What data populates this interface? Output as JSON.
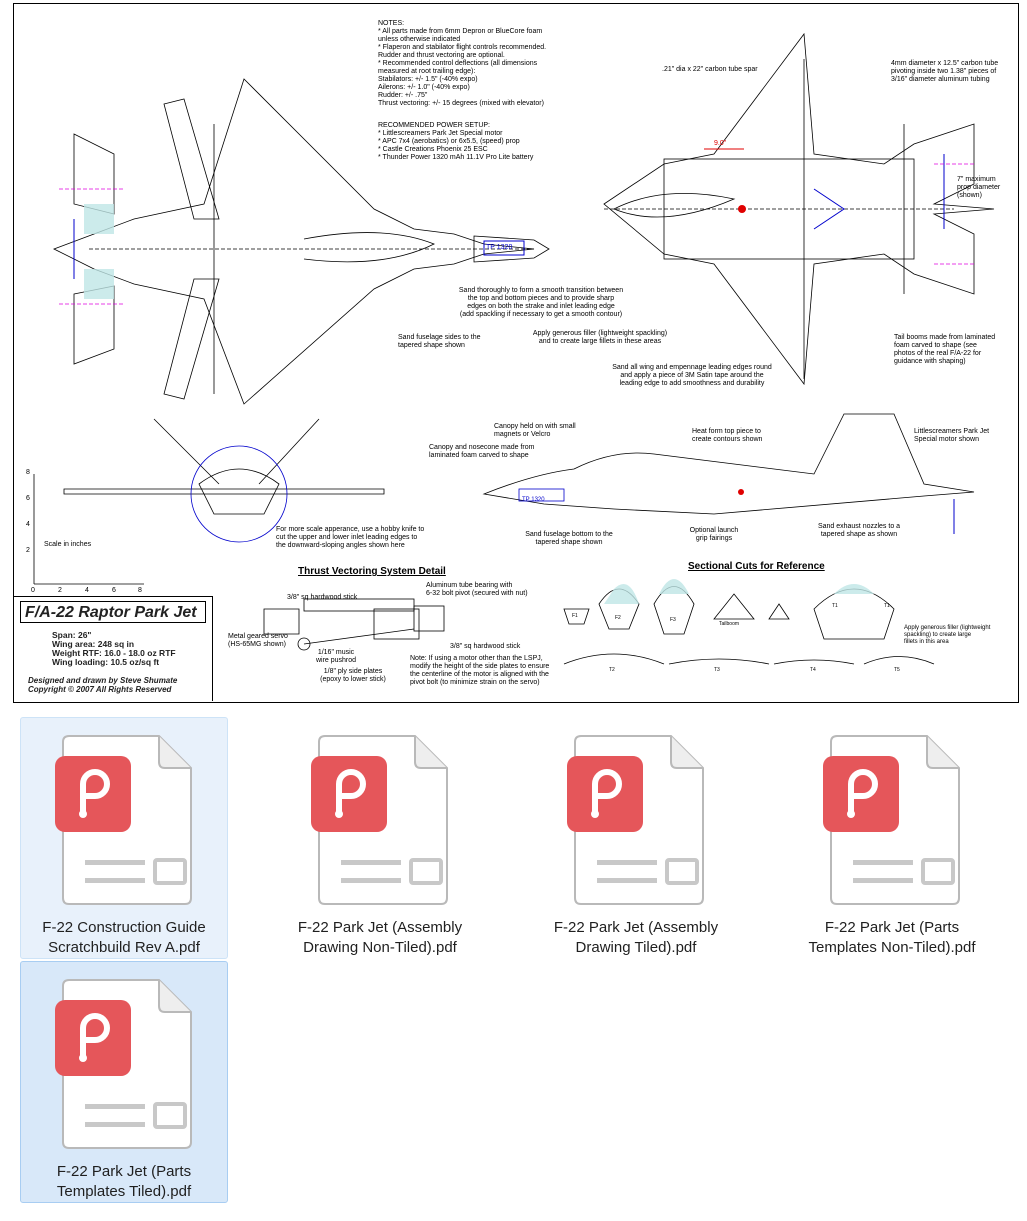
{
  "blueprint": {
    "notes_title": "NOTES:",
    "notes_body": "* All parts made from 6mm Depron or BlueCore foam\n   unless otherwise indicated\n* Flaperon and stabilator flight controls recommended.\n   Rudder and thrust vectoring are optional.\n* Recommended control deflections (all dimensions\n   measured at root trailing edge):\n     Stabilators:  +/- 1.5\" (-40% expo)\n     Ailerons:  +/- 1.0\" (-40% expo)\n     Rudder:  +/- .75\"\n     Thrust vectoring:  +/- 15 degrees (mixed with elevator)",
    "power_title": "RECOMMENDED POWER SETUP:",
    "power_body": "* Littlescreamers Park Jet Special motor\n* APC 7x4 (aerobatics) or 6x5.5, (speed) prop\n* Castle Creations Phoenix 25 ESC\n* Thunder Power 1320 mAh 11.1V Pro Lite battery",
    "spar_note": ".21\" dia x 22\" carbon tube spar",
    "tube_note": "4mm diameter x 12.5\" carbon tube\npivoting inside two 1.38\" pieces of\n3/16\" diameter aluminum tubing",
    "dim_9": "9.0\"",
    "prop_note": "7\" maximum\nprop diameter\n(shown)",
    "sand_transition": "Sand thoroughly to form a smooth transition between\nthe top and bottom pieces and to provide sharp\nedges on both the strake and inlet leading edge\n(add spackling if necessary to get a smooth contour)",
    "filler_note": "Apply generous filler (lightweight spackling)\nand to create large fillets in these areas",
    "tail_booms": "Tail booms made from laminated\nfoam carved to shape (see\nphotos of the real F/A-22 for\nguidance with shaping)",
    "sand_sides": "Sand fuselage sides to the\ntapered shape shown",
    "sand_leading": "Sand all wing and empennage leading edges round\nand apply a piece of 3M Satin tape around the\nleading edge to add smoothness and durability",
    "battery_label": "TP 1320",
    "canopy_held": "Canopy held on with small\nmagnets or Velcro",
    "canopy_made": "Canopy and nosecone made from\nlaminated foam carved to shape",
    "heat_form": "Heat form top piece to\ncreate contours shown",
    "ls_motor": "Littlescreamers Park Jet\nSpecial motor shown",
    "scale_appearance": "For more scale apperance, use a hobby knife to\ncut the upper and lower inlet leading edges to\nthe downward-sloping angles shown here",
    "sand_bottom": "Sand fuselage bottom to the\ntapered shape shown",
    "launch_grip": "Optional launch\ngrip fairings",
    "exhaust_note": "Sand exhaust nozzles to a\ntapered shape as shown",
    "scale_title": "Scale in inches",
    "scale_ticks": [
      "0",
      "2",
      "4",
      "6",
      "8"
    ],
    "scale_vticks": [
      "8",
      "6",
      "4",
      "2"
    ],
    "thrust_title": "Thrust Vectoring System Detail",
    "tv_aluminum": "Aluminum tube bearing with\n6-32 bolt pivot (secured with nut)",
    "tv_stick1": "3/8\" sq hardwood stick",
    "tv_stick2": "3/8\" sq hardwood stick",
    "tv_servo": "Metal geared servo\n(HS-65MG shown)",
    "tv_pushrod": "1/16\" music\nwire pushrod",
    "tv_plates": "1/8\" ply side plates\n(epoxy to lower stick)",
    "tv_note": "Note: If using a motor other than the LSPJ,\nmodify the height of the side plates to ensure\nthe centerline of the motor is aligned with the\npivot bolt (to minimize strain on the servo)",
    "sectional_title": "Sectional Cuts for Reference",
    "filler_small": "Apply generous filler (lightweight\nspackling) to create large\nfillets in this area",
    "section_labels": [
      "F1",
      "F2",
      "F3",
      "Tailboom",
      "T1",
      "T1"
    ],
    "rib_labels": [
      "T2",
      "T3",
      "T4",
      "T5"
    ],
    "title": "F/A-22 Raptor Park Jet",
    "specs": "Span:  26\"\nWing area:  248 sq in\nWeight RTF:  16.0 - 18.0 oz RTF\nWing loading:  10.5 oz/sq ft",
    "credit": "Designed and drawn by Steve Shumate\nCopyright © 2007    All Rights Reserved"
  },
  "files": [
    {
      "name": "F-22 Construction Guide Scratchbuild Rev A.pdf",
      "state": "hovered"
    },
    {
      "name": "F-22 Park Jet (Assembly Drawing Non-Tiled).pdf",
      "state": "normal"
    },
    {
      "name": "F-22 Park Jet (Assembly Drawing Tiled).pdf",
      "state": "normal"
    },
    {
      "name": "F-22 Park Jet (Parts Templates Non-Tiled).pdf",
      "state": "normal"
    },
    {
      "name": "F-22 Park Jet (Parts Templates Tiled).pdf",
      "state": "selected"
    }
  ],
  "colors": {
    "pdf_red": "#e5565a",
    "selected_bg": "#d8e8f9",
    "blueprint_blue": "#0000cc",
    "teal_fill": "#bfe6e6"
  },
  "icons": {
    "file": "pdf-document-icon"
  }
}
